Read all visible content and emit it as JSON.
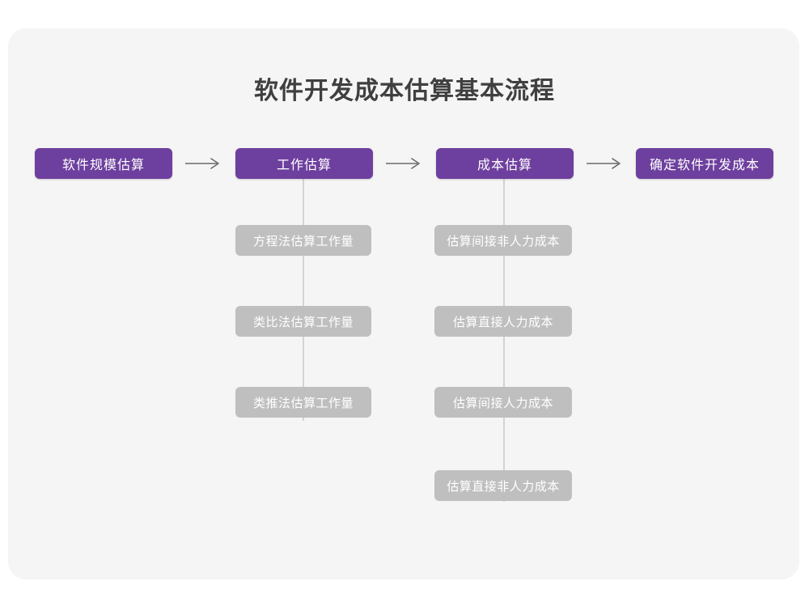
{
  "page": {
    "background_color": "#ffffff",
    "card_background_color": "#f5f5f5"
  },
  "title": "软件开发成本估算基本流程",
  "colors": {
    "primary_node": "#6d3f9e",
    "sub_node": "#bfbfbf",
    "connector": "#d3d3d3",
    "arrow": "#6b6b6b",
    "title_text": "#3f3f3f",
    "node_text": "#ffffff"
  },
  "flow": {
    "main_steps": [
      {
        "id": "step-1",
        "label": "软件规模估算"
      },
      {
        "id": "step-2",
        "label": "工作估算"
      },
      {
        "id": "step-3",
        "label": "成本估算"
      },
      {
        "id": "step-4",
        "label": "确定软件开发成本"
      }
    ],
    "arrows": [
      {
        "id": "arrow-1",
        "from": "step-1",
        "to": "step-2",
        "glyph": "arrow-right-icon"
      },
      {
        "id": "arrow-2",
        "from": "step-2",
        "to": "step-3",
        "glyph": "arrow-right-icon"
      },
      {
        "id": "arrow-3",
        "from": "step-3",
        "to": "step-4",
        "glyph": "arrow-right-icon"
      }
    ],
    "branches": [
      {
        "parent": "step-2",
        "items": [
          {
            "id": "effort-1",
            "label": "方程法估算工作量"
          },
          {
            "id": "effort-2",
            "label": "类比法估算工作量"
          },
          {
            "id": "effort-3",
            "label": "类推法估算工作量"
          }
        ]
      },
      {
        "parent": "step-3",
        "items": [
          {
            "id": "cost-1",
            "label": "估算间接非人力成本"
          },
          {
            "id": "cost-2",
            "label": "估算直接人力成本"
          },
          {
            "id": "cost-3",
            "label": "估算间接人力成本"
          },
          {
            "id": "cost-4",
            "label": "估算直接非人力成本"
          }
        ]
      }
    ]
  }
}
